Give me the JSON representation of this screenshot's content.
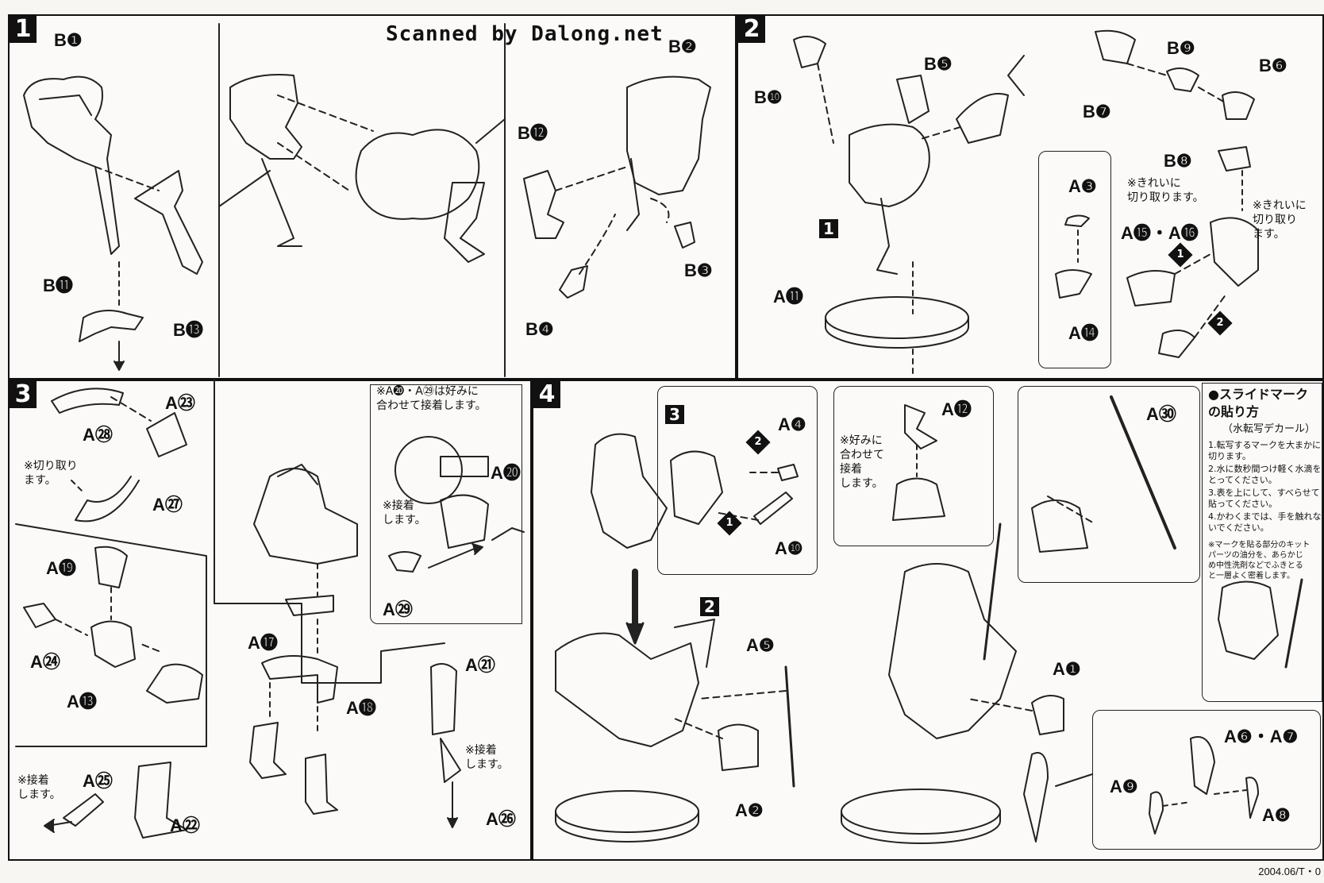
{
  "header": {
    "scanned": "Scanned by Dalong.net"
  },
  "footer": {
    "code": "2004.06/T・0"
  },
  "steps": {
    "s1": "1",
    "s2": "2",
    "s3": "3",
    "s4": "4"
  },
  "step1": {
    "labels": [
      "B❶",
      "B⓫",
      "B⓭",
      "B❷",
      "B⓬",
      "B❸",
      "B❹"
    ]
  },
  "step2": {
    "labels": [
      "B❿",
      "B❺",
      "A⓫",
      "B❾",
      "B❻",
      "B❼",
      "B❽",
      "A❸",
      "A⓮",
      "A⓯・A⓰"
    ],
    "sub_num": "1",
    "note1": "※きれいに\n切り取ります。",
    "note2": "※きれいに\n切り取り\nます。",
    "order1": "1",
    "order2": "2"
  },
  "step3": {
    "labels": [
      "A㉘",
      "A㉓",
      "A㉗",
      "A⓳",
      "A㉔",
      "A⓭",
      "A⓱",
      "A⓲",
      "A㉕",
      "A㉒",
      "A㉑",
      "A㉖",
      "A㉙",
      "A⓴"
    ],
    "note_cut": "※切り取り\nます。",
    "note_pref": "※A⓴・A㉙は好みに\n合わせて接着します。",
    "note_glue1": "※接着\nします。",
    "note_glue2": "※接着\nします。",
    "note_glue3": "※接着\nします。"
  },
  "step4": {
    "labels": [
      "A❹",
      "A❿",
      "A❺",
      "A❷",
      "A⓬",
      "A㉚",
      "A❶",
      "A❻・A❼",
      "A❾",
      "A❽"
    ],
    "sub3": "3",
    "sub2": "2",
    "order1": "1",
    "order2": "2",
    "note_pref": "※好みに\n合わせて\n接着\nします。"
  },
  "slide": {
    "title": "●スライドマーク\nの貼り方",
    "subtitle": "（水転写デカール）",
    "items": [
      "1.転写するマークを大まかに\n切ります。",
      "2.水に数秒間つけ軽く水滴を\nとってください。",
      "3.表を上にして、すべらせて\n貼ってください。",
      "4.かわくまでは、手を触れな\nいでください。"
    ],
    "warn": "※マークを貼る部分のキット\nパーツの油分を、あらかじ\nめ中性洗剤などでふきとる\nと一層よく密着します。"
  }
}
